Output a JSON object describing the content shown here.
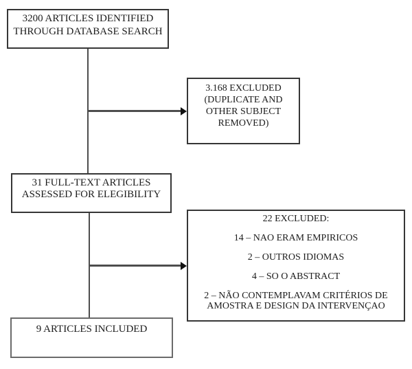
{
  "flowchart": {
    "type": "prisma-flow-diagram",
    "boxes": {
      "identified": {
        "lines": [
          "3200 ARTICLES IDENTIFIED",
          "THROUGH DATABASE SEARCH"
        ]
      },
      "excluded_initial": {
        "lines": [
          "3.168 EXCLUDED",
          "(DUPLICATE AND",
          "OTHER SUBJECT",
          "REMOVED)"
        ]
      },
      "fulltext_assessed": {
        "lines": [
          "31 FULL-TEXT ARTICLES",
          "ASSESSED FOR ELEGIBILITY"
        ]
      },
      "excluded_fulltext": {
        "heading": "22 EXCLUDED:",
        "items": [
          "14 – NAO ERAM EMPIRICOS",
          "2 – OUTROS IDIOMAS",
          "4 – SO O ABSTRACT",
          "2 – NÃO CONTEMPLAVAM CRITÉRIOS DE AMOSTRA E DESIGN DA INTERVENÇAO"
        ]
      },
      "included": {
        "lines": [
          "9 ARTICLES INCLUDED"
        ]
      }
    },
    "colors": {
      "background": "#ffffff",
      "box_border": "#363636",
      "included_box_border": "#6a6a6a",
      "connector_line": "#4d4d4d",
      "arrowhead": "#111111",
      "text": "#1c1c1c"
    }
  }
}
